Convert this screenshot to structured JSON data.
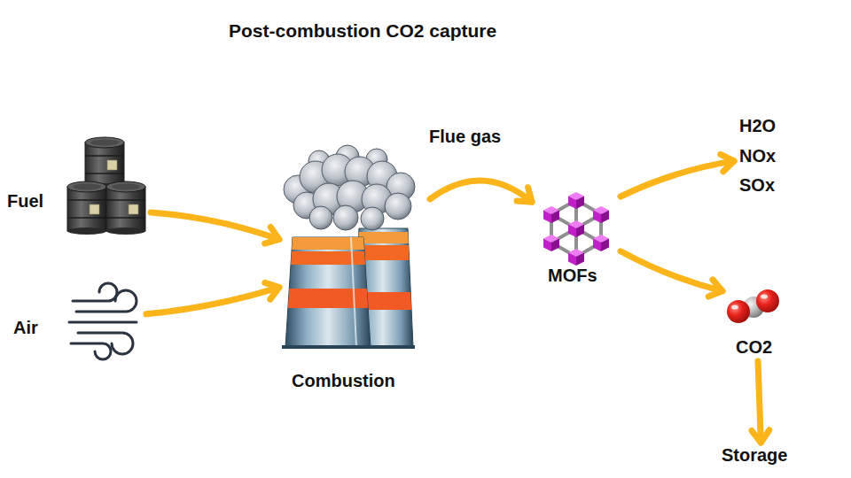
{
  "diagram": {
    "title": "Post-combustion CO2 capture",
    "nodes": [
      {
        "text": [
          "Fuel"
        ]
      },
      {
        "text": [
          "Air"
        ]
      },
      {
        "text": [
          "Combustion"
        ]
      },
      {
        "text": [
          "MOFs"
        ]
      },
      {
        "text": [
          "H2O",
          "NOx",
          "SOx"
        ]
      },
      {
        "text": [
          "CO2"
        ]
      },
      {
        "text": [
          "Storage"
        ]
      }
    ],
    "edges": [
      {
        "from": 0,
        "to": 2,
        "arrow": "to"
      },
      {
        "from": 1,
        "to": 2,
        "arrow": "to"
      },
      {
        "from": 2,
        "to": 3,
        "label": "Flue gas",
        "arrow": "to"
      },
      {
        "from": 3,
        "to": 4,
        "arrow": "to"
      },
      {
        "from": 3,
        "to": 5,
        "arrow": "to"
      },
      {
        "from": 5,
        "to": 6,
        "arrow": "to"
      }
    ]
  }
}
